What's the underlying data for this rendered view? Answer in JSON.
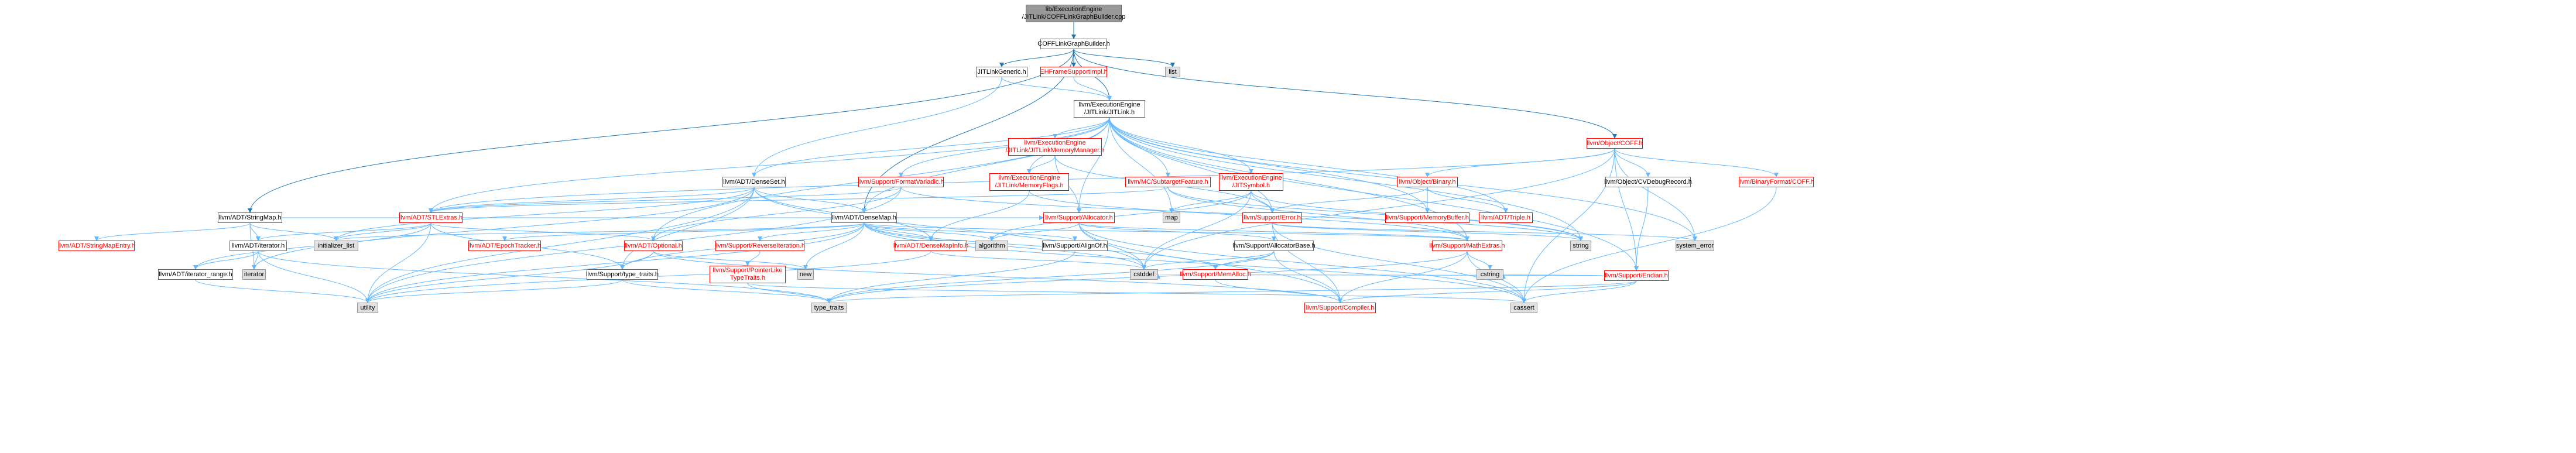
{
  "colors": {
    "edge": "#63b8ff",
    "edge_dark": "#1f77b4",
    "focus_fill": "#999999",
    "sys_fill": "#e0e0e0",
    "truncated_border": "#ff0000"
  },
  "nodes": {
    "root": "lib/ExecutionEngine\n/JITLink/COFFLinkGraphBuilder.cpp",
    "coff_builder": "COFFLinkGraphBuilder.h",
    "jitlink_generic": "JITLinkGeneric.h",
    "eh_frame": "EHFrameSupportImpl.h",
    "list": "list",
    "jitlink_h": "llvm/ExecutionEngine\n/JITLink/JITLink.h",
    "jitlink_memmgr": "llvm/ExecutionEngine\n/JITLink/JITLinkMemoryManager.h",
    "object_coff": "llvm/Object/COFF.h",
    "dense_set": "llvm/ADT/DenseSet.h",
    "format_variadic": "llvm/Support/FormatVariadic.h",
    "memory_flags": "llvm/ExecutionEngine\n/JITLink/MemoryFlags.h",
    "mc_subtarget": "llvm/MC/SubtargetFeature.h",
    "jit_symbol": "llvm/ExecutionEngine\n/JITSymbol.h",
    "object_binary": "llvm/Object/Binary.h",
    "cv_debug": "llvm/Object/CVDebugRecord.h",
    "binary_format_coff": "llvm/BinaryFormat/COFF.h",
    "string_map": "llvm/ADT/StringMap.h",
    "stl_extras": "llvm/ADT/STLExtras.h",
    "dense_map": "llvm/ADT/DenseMap.h",
    "support_allocator": "llvm/Support/Allocator.h",
    "map": "map",
    "support_error": "llvm/Support/Error.h",
    "memory_buffer": "llvm/Support/MemoryBuffer.h",
    "adt_triple": "llvm/ADT/Triple.h",
    "string_map_entry": "llvm/ADT/StringMapEntry.h",
    "adt_iterator": "llvm/ADT/iterator.h",
    "initializer_list": "initializer_list",
    "epoch_tracker": "llvm/ADT/EpochTracker.h",
    "adt_optional": "llvm/ADT/Optional.h",
    "reverse_iteration": "llvm/Support/ReverseIteration.h",
    "dense_map_info": "llvm/ADT/DenseMapInfo.h",
    "algorithm": "algorithm",
    "align_of": "llvm/Support/AlignOf.h",
    "allocator_base": "llvm/Support/AllocatorBase.h",
    "math_extras": "llvm/Support/MathExtras.h",
    "string": "string",
    "system_error": "system_error",
    "support_endian": "llvm/Support/Endian.h",
    "iterator_range": "llvm/ADT/iterator_range.h",
    "iterator": "iterator",
    "type_traits_h": "llvm/Support/type_traits.h",
    "pointer_like": "llvm/Support/PointerLike\nTypeTraits.h",
    "new": "new",
    "cstddef": "cstddef",
    "mem_alloc": "llvm/Support/MemAlloc.h",
    "cstring": "cstring",
    "utility": "utility",
    "type_traits": "type_traits",
    "compiler": "llvm/Support/Compiler.h",
    "cassert": "cassert"
  }
}
